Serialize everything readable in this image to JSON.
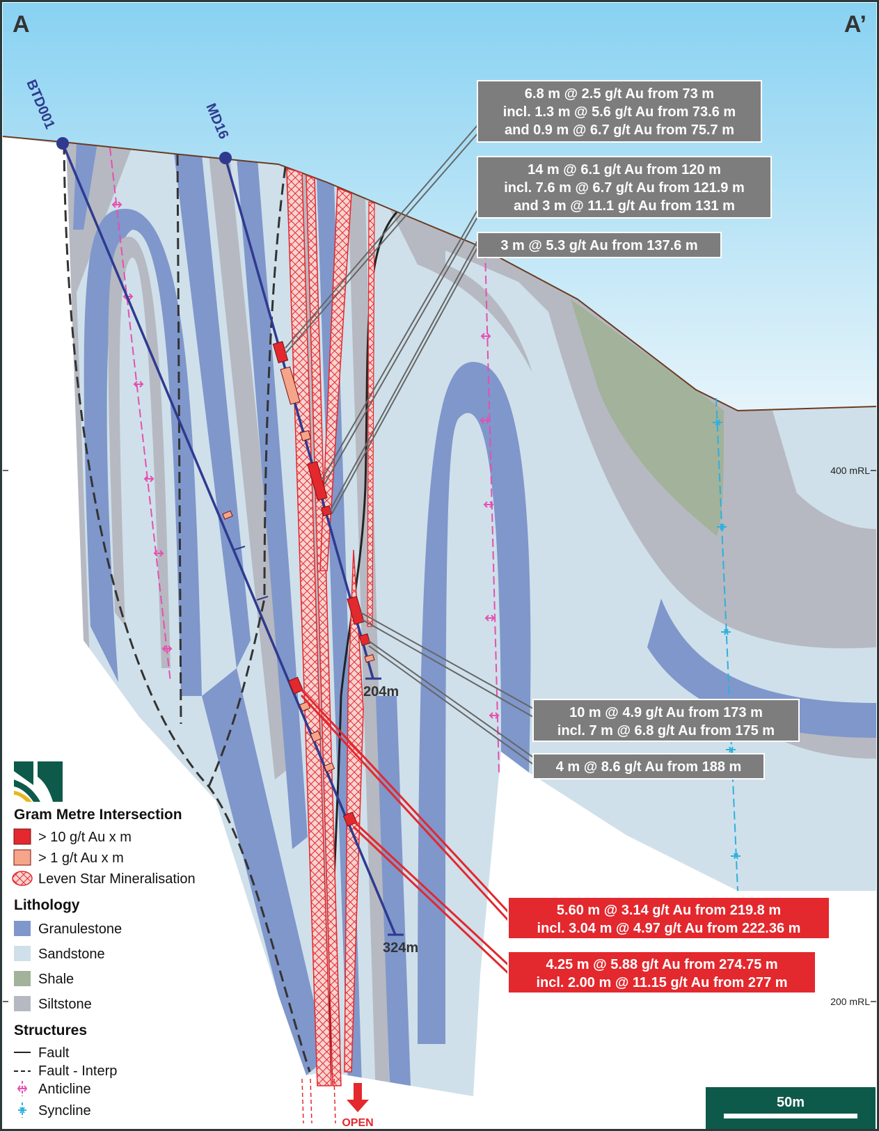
{
  "section": {
    "start_label": "A",
    "end_label": "A’"
  },
  "drillholes": [
    {
      "name": "BTD001",
      "end_depth": "324m"
    },
    {
      "name": "MD16",
      "end_depth": "204m"
    }
  ],
  "elevation_labels": [
    "400 mRL",
    "200 mRL"
  ],
  "intercepts": [
    {
      "style": "grey",
      "lines": [
        "6.8 m @ 2.5 g/t Au from 73 m",
        "incl. 1.3 m @ 5.6 g/t Au from 73.6 m",
        "and 0.9 m @ 6.7 g/t Au from 75.7 m"
      ]
    },
    {
      "style": "grey",
      "lines": [
        "14 m @ 6.1 g/t Au from 120 m",
        "incl. 7.6 m @ 6.7 g/t Au from 121.9 m",
        "and 3 m @ 11.1 g/t Au from 131 m"
      ]
    },
    {
      "style": "grey",
      "lines": [
        "3 m @ 5.3 g/t Au from 137.6 m"
      ]
    },
    {
      "style": "grey",
      "lines": [
        "10 m @ 4.9 g/t Au from 173 m",
        "incl. 7 m @ 6.8 g/t Au from 175 m"
      ]
    },
    {
      "style": "grey",
      "lines": [
        "4 m @ 8.6 g/t Au from 188 m"
      ]
    },
    {
      "style": "red",
      "lines": [
        "5.60 m @ 3.14 g/t Au from 219.8 m",
        "incl. 3.04 m @ 4.97 g/t Au from 222.36 m"
      ]
    },
    {
      "style": "red",
      "lines": [
        "4.25 m @ 5.88 g/t Au from 274.75 m",
        "incl. 2.00 m @ 11.15 g/t Au from 277 m"
      ]
    }
  ],
  "open_label": "OPEN",
  "scale_bar": "50m",
  "legend": {
    "gram_metre_title": "Gram Metre Intersection",
    "gram_metre_items": [
      "> 10 g/t Au x m",
      "> 1 g/t Au x m",
      "Leven Star Mineralisation"
    ],
    "lithology_title": "Lithology",
    "lithology_items": [
      "Granulestone",
      "Sandstone",
      "Shale",
      "Siltstone"
    ],
    "structures_title": "Structures",
    "structures_items": [
      "Fault",
      "Fault - Interp",
      "Anticline",
      "Syncline"
    ]
  },
  "colors": {
    "sky": "#8fd3f0",
    "granulestone": "#7f97cb",
    "sandstone": "#cfe0ea",
    "shale": "#a2b29b",
    "siltstone": "#b6b9c1",
    "high_grade": "#e3282e",
    "low_grade": "#f4a58a",
    "drillhole": "#2f3a8f",
    "anticline": "#e64fb0",
    "syncline": "#2eb0dd",
    "brand": "#0e5a4a"
  }
}
